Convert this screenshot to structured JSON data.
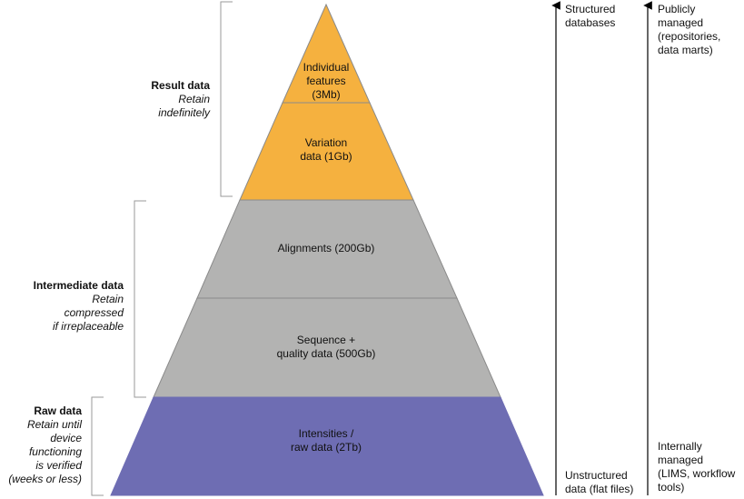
{
  "colors": {
    "result": "#f5b13f",
    "intermediate": "#b3b3b2",
    "raw": "#6e6db3",
    "lines": "#9a9a9a",
    "arrows": "#000000"
  },
  "tiers": {
    "individual_features": "Individual\nfeatures\n(3Mb)",
    "variation_data": "Variation\ndata (1Gb)",
    "alignments": "Alignments (200Gb)",
    "sequence_quality": "Sequence +\nquality data (500Gb)",
    "intensities": "Intensities /\nraw data (2Tb)"
  },
  "categories": {
    "result": {
      "title": "Result data",
      "desc1": "Retain",
      "desc2": "indefinitely"
    },
    "intermediate": {
      "title": "Intermediate data",
      "desc1": "Retain",
      "desc2": "compressed",
      "desc3": "if irreplaceable"
    },
    "raw": {
      "title": "Raw data",
      "desc1": "Retain until",
      "desc2": "device",
      "desc3": "functioning",
      "desc4": "is verified",
      "desc5": "(weeks or less)"
    }
  },
  "structure_axis": {
    "top": "Structured\ndatabases",
    "bottom": "Unstructured\ndata (flat files)"
  },
  "management_axis": {
    "top": "Publicly\nmanaged\n(repositories,\ndata marts)",
    "bottom": "Internally\nmanaged\n(LIMS, workflow\ntools)"
  }
}
